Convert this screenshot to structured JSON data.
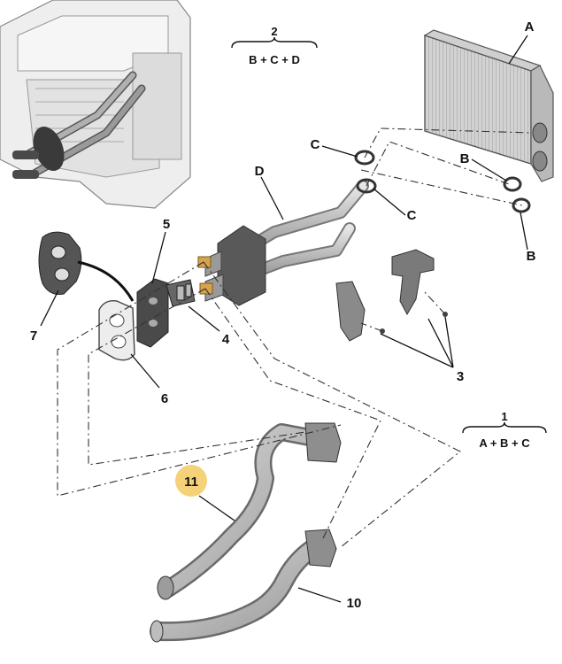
{
  "callouts": {
    "a": "A",
    "b1": "B",
    "b2": "B",
    "c1": "C",
    "c2": "C",
    "d": "D",
    "n3": "3",
    "n4": "4",
    "n5": "5",
    "n6": "6",
    "n7": "7",
    "n10": "10",
    "n11": "11"
  },
  "kits": {
    "kit1": {
      "number": "1",
      "contents": "A + B + C"
    },
    "kit2": {
      "number": "2",
      "contents": "B + C + D"
    }
  },
  "highlight_color": "#f5d27a"
}
